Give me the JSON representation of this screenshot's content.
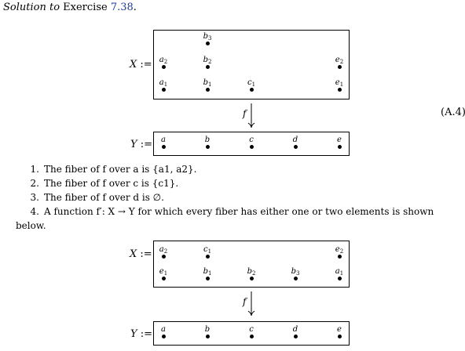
{
  "heading": {
    "prefix": "Solution to",
    "text": " Exercise ",
    "ref": "7.38",
    "period": "."
  },
  "diagram1": {
    "top_label": "X",
    "bottom_label": "Y",
    "def_symbol": " :=",
    "arrow_label": "f",
    "equation_number": "(A.4)",
    "top_points": [
      {
        "name": "b",
        "sub": "3"
      },
      {
        "name": "a",
        "sub": "2"
      },
      {
        "name": "b",
        "sub": "2"
      },
      {
        "name": "e",
        "sub": "2"
      },
      {
        "name": "a",
        "sub": "1"
      },
      {
        "name": "b",
        "sub": "1"
      },
      {
        "name": "c",
        "sub": "1"
      },
      {
        "name": "e",
        "sub": "1"
      }
    ],
    "bottom_points": [
      {
        "name": "a",
        "sub": ""
      },
      {
        "name": "b",
        "sub": ""
      },
      {
        "name": "c",
        "sub": ""
      },
      {
        "name": "d",
        "sub": ""
      },
      {
        "name": "e",
        "sub": ""
      }
    ]
  },
  "facts": [
    {
      "num": "1.",
      "text": "The fiber of f over a is {a1, a2}."
    },
    {
      "num": "2.",
      "text": "The fiber of f over c is {c1}."
    },
    {
      "num": "3.",
      "text": "The fiber of f over d is ∅."
    },
    {
      "num": "4.",
      "text": "A function f′: X → Y for which every fiber has either one or two elements is shown below."
    }
  ],
  "diagram2": {
    "top_label": "X",
    "bottom_label": "Y",
    "def_symbol": " :=",
    "arrow_label": "f",
    "top_points": [
      {
        "name": "a",
        "sub": "2"
      },
      {
        "name": "c",
        "sub": "1"
      },
      {
        "name": "e",
        "sub": "2"
      },
      {
        "name": "e",
        "sub": "1"
      },
      {
        "name": "b",
        "sub": "1"
      },
      {
        "name": "b",
        "sub": "2"
      },
      {
        "name": "b",
        "sub": "3"
      },
      {
        "name": "a",
        "sub": "1"
      }
    ],
    "bottom_points": [
      {
        "name": "a",
        "sub": ""
      },
      {
        "name": "b",
        "sub": ""
      },
      {
        "name": "c",
        "sub": ""
      },
      {
        "name": "d",
        "sub": ""
      },
      {
        "name": "e",
        "sub": ""
      }
    ]
  }
}
